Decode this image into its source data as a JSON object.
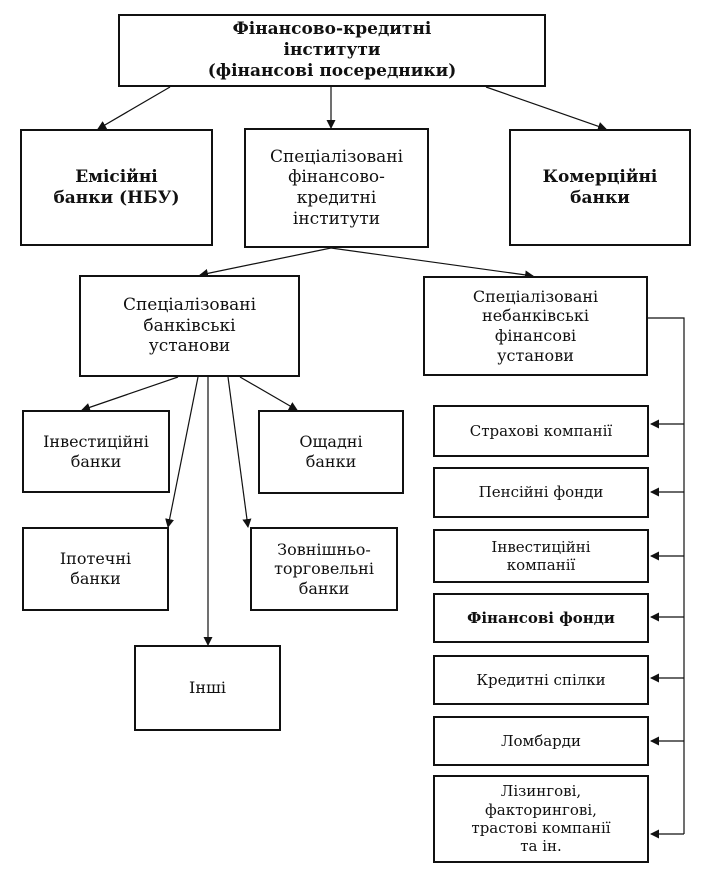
{
  "root": "Фінансово-кредитні\nінститути\n(фінансові посередники)",
  "level1": {
    "emission": "Емісійні\nбанки (НБУ)",
    "specialized": "Спеціалізовані\nфінансово-\nкредитні\nінститути",
    "commercial": "Комерційні\nбанки"
  },
  "level2": {
    "bank_institutions": "Спеціалізовані\nбанківські\nустанови",
    "nonbank_institutions": "Спеціалізовані\nнебанківські\nфінансові\nустанови"
  },
  "bank_types": {
    "investment": "Інвестиційні\nбанки",
    "savings": "Ощадні\nбанки",
    "mortgage": "Іпотечні\nбанки",
    "foreign_trade": "Зовнішньо-\nторговельні\nбанки",
    "other": "Інші"
  },
  "nonbank_types": [
    "Страхові компанії",
    "Пенсійні фонди",
    "Інвестиційні\nкомпанії",
    "Фінансові фонди",
    "Кредитні спілки",
    "Ломбарди",
    "Лізингові,\nфакторингові,\nтрастові компанії\nта ін."
  ]
}
